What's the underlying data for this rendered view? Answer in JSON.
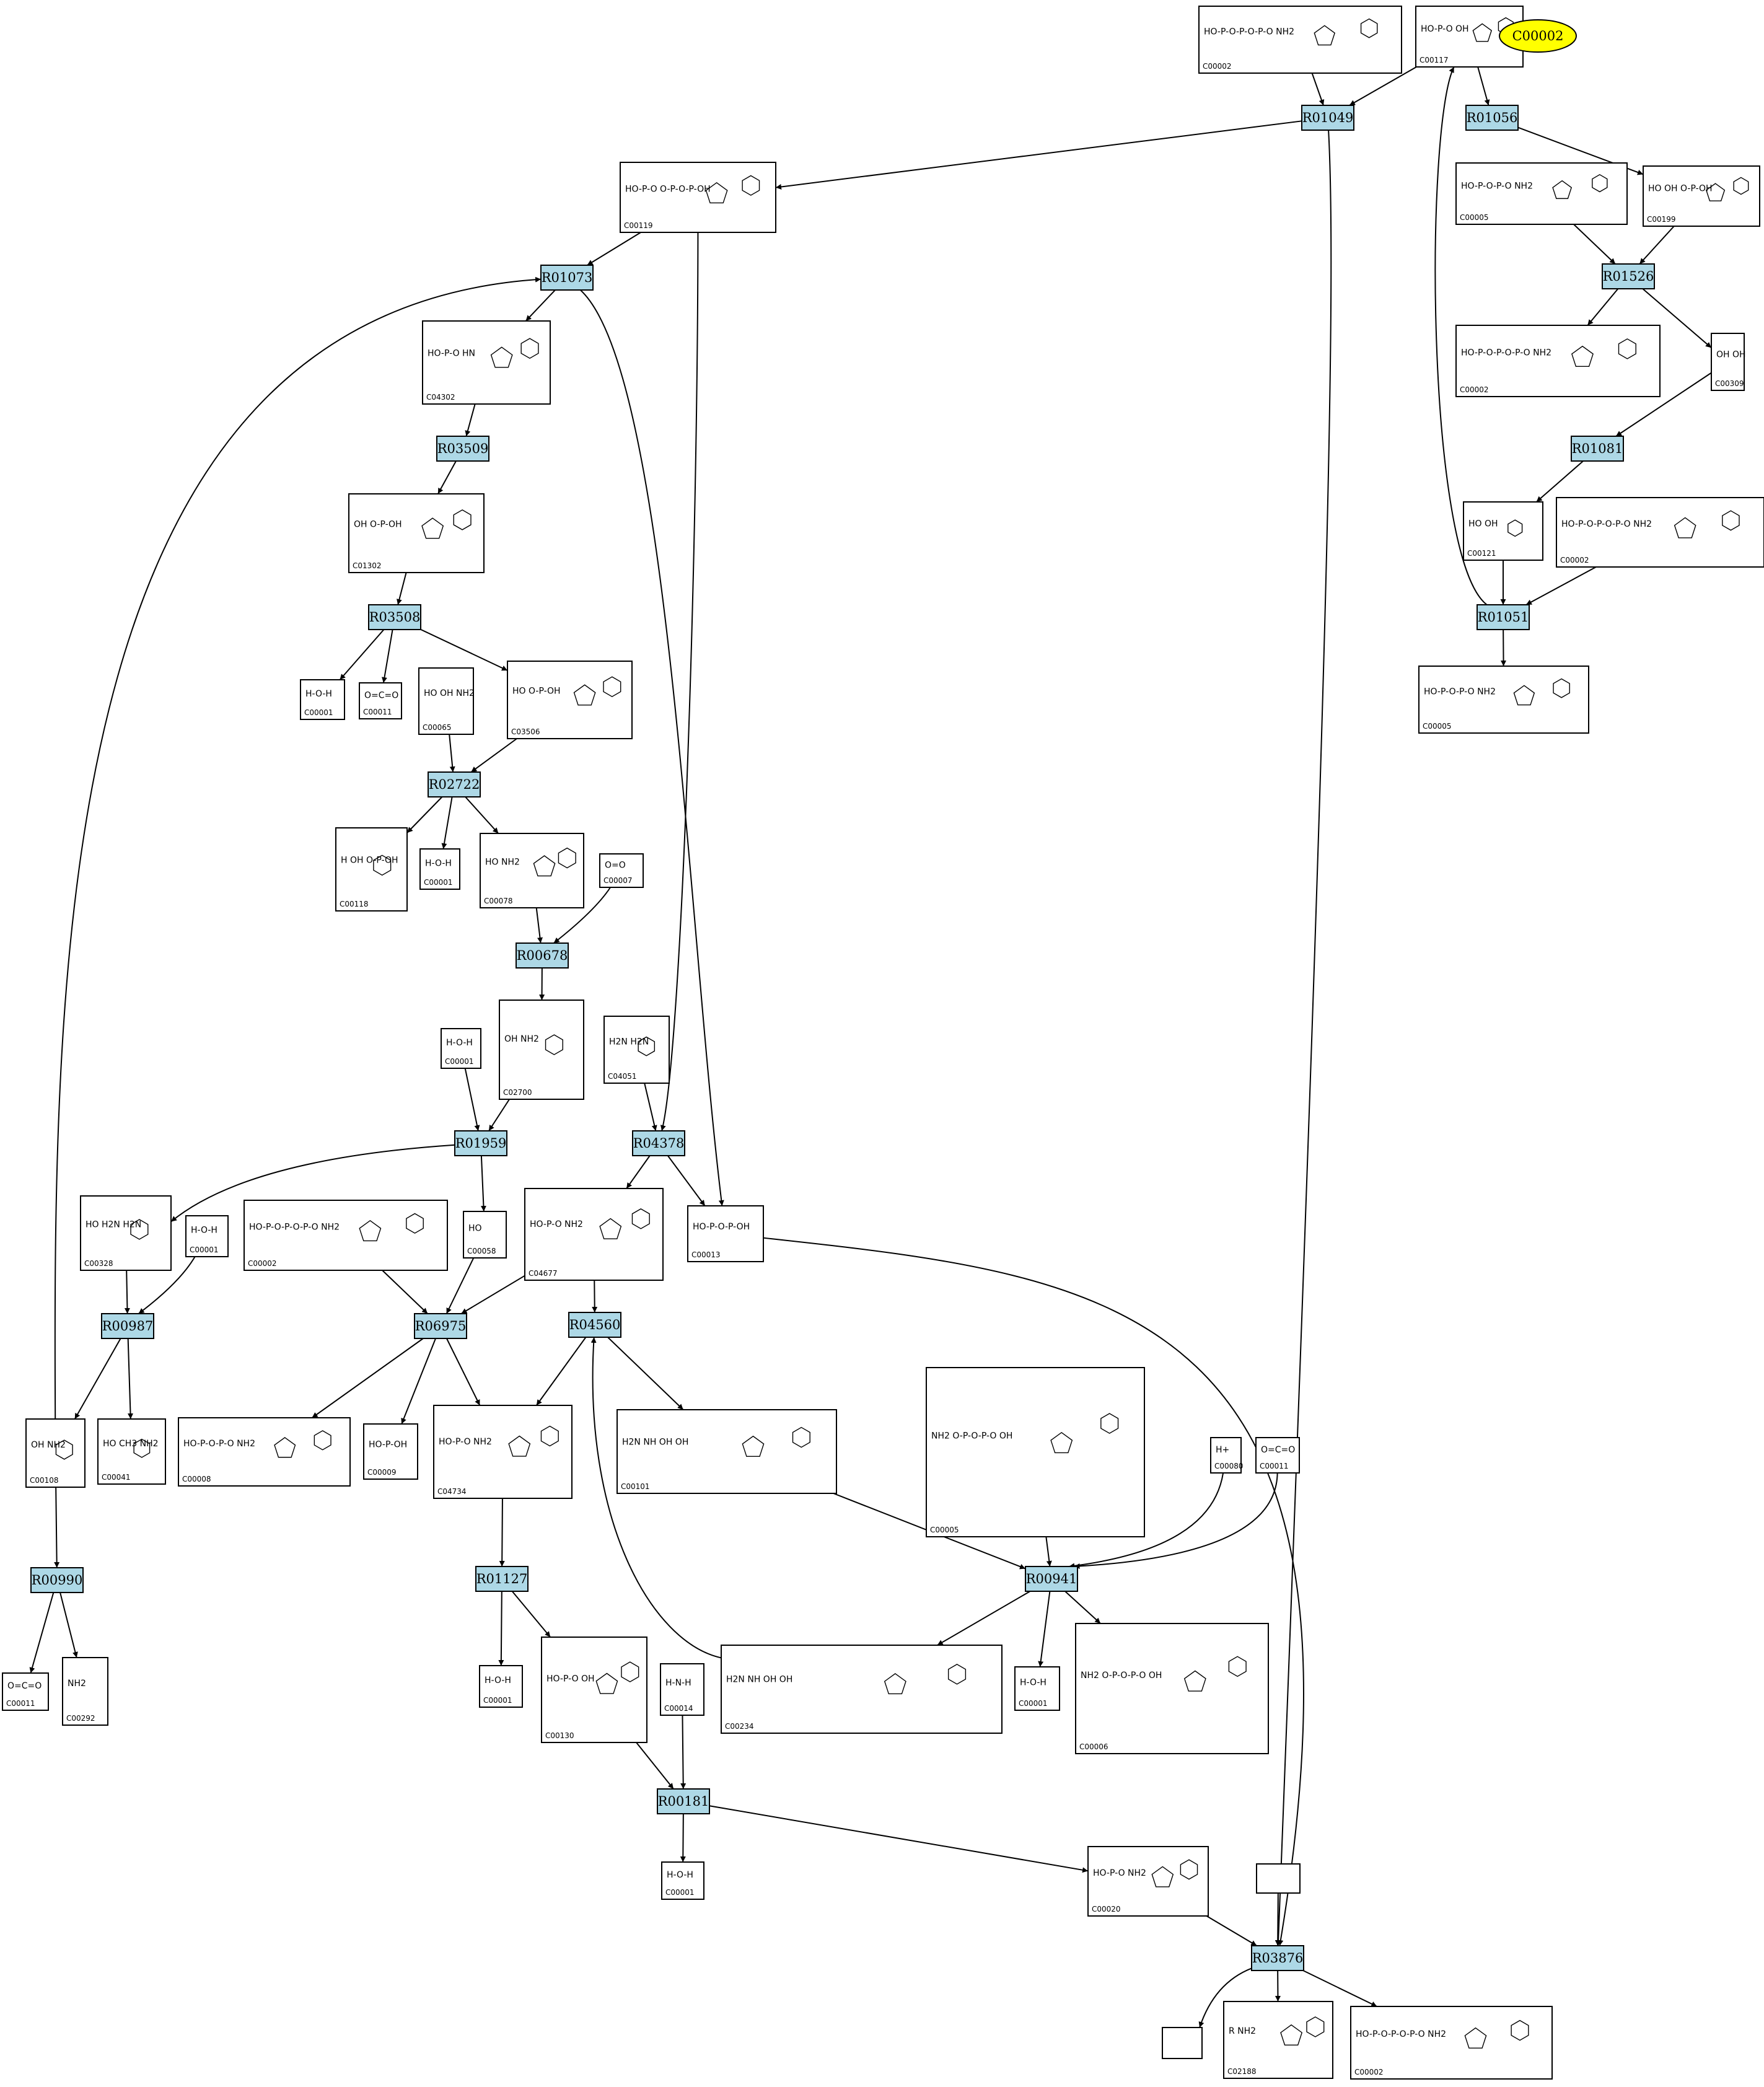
{
  "highlight": {
    "label": "C00002",
    "color": "#ffff00"
  },
  "colors": {
    "reaction_fill": "#add8e6",
    "background": "#ffffff"
  },
  "reactions": [
    {
      "id": "R01049"
    },
    {
      "id": "R01056"
    },
    {
      "id": "R01073"
    },
    {
      "id": "R01526"
    },
    {
      "id": "R03509"
    },
    {
      "id": "R01081"
    },
    {
      "id": "R03508"
    },
    {
      "id": "R01051"
    },
    {
      "id": "R02722"
    },
    {
      "id": "R00678"
    },
    {
      "id": "R01959"
    },
    {
      "id": "R04378"
    },
    {
      "id": "R00987"
    },
    {
      "id": "R06975"
    },
    {
      "id": "R04560"
    },
    {
      "id": "R00990"
    },
    {
      "id": "R01127"
    },
    {
      "id": "R00941"
    },
    {
      "id": "R00181"
    },
    {
      "id": "R03876"
    }
  ],
  "compounds": [
    {
      "id": "c00002a",
      "label": "C00002",
      "struct": "HO-P-O-P-O-P-O  NH2"
    },
    {
      "id": "c00117",
      "label": "C00117",
      "struct": "HO-P-O  OH"
    },
    {
      "id": "c00119",
      "label": "C00119",
      "struct": "HO-P-O  O-P-O-P-OH"
    },
    {
      "id": "c00005a",
      "label": "C00005",
      "struct": "HO-P-O-P-O  NH2"
    },
    {
      "id": "c00199",
      "label": "C00199",
      "struct": "HO  OH  O-P-OH"
    },
    {
      "id": "c04302",
      "label": "C04302",
      "struct": "HO-P-O  HN"
    },
    {
      "id": "c00002b",
      "label": "C00002",
      "struct": "HO-P-O-P-O-P-O  NH2"
    },
    {
      "id": "c00309",
      "label": "C00309",
      "struct": "OH  OH"
    },
    {
      "id": "c01302",
      "label": "C01302",
      "struct": "OH  O-P-OH"
    },
    {
      "id": "c00121",
      "label": "C00121",
      "struct": "HO  OH"
    },
    {
      "id": "c00002c",
      "label": "C00002",
      "struct": "HO-P-O-P-O-P-O  NH2"
    },
    {
      "id": "c00001a",
      "label": "C00001",
      "struct": "H-O-H"
    },
    {
      "id": "c00011a",
      "label": "C00011",
      "struct": "O=C=O"
    },
    {
      "id": "c00065",
      "label": "C00065",
      "struct": "HO  OH  NH2"
    },
    {
      "id": "c03506",
      "label": "C03506",
      "struct": "HO  O-P-OH"
    },
    {
      "id": "c00005b",
      "label": "C00005",
      "struct": "HO-P-O-P-O  NH2"
    },
    {
      "id": "c00118",
      "label": "C00118",
      "struct": "H  OH  O-P-OH"
    },
    {
      "id": "c00001b",
      "label": "C00001",
      "struct": "H-O-H"
    },
    {
      "id": "c00078",
      "label": "C00078",
      "struct": "HO  NH2"
    },
    {
      "id": "c00007",
      "label": "C00007",
      "struct": "O=O"
    },
    {
      "id": "c02700",
      "label": "C02700",
      "struct": "OH  NH2"
    },
    {
      "id": "c00001c",
      "label": "C00001",
      "struct": "H-O-H"
    },
    {
      "id": "c04051",
      "label": "C04051",
      "struct": "H2N  H2N"
    },
    {
      "id": "c00328",
      "label": "C00328",
      "struct": "HO  H2N  H2N"
    },
    {
      "id": "c00001d",
      "label": "C00001",
      "struct": "H-O-H"
    },
    {
      "id": "c00002d",
      "label": "C00002",
      "struct": "HO-P-O-P-O-P-O  NH2"
    },
    {
      "id": "c00058",
      "label": "C00058",
      "struct": "HO"
    },
    {
      "id": "c04677",
      "label": "C04677",
      "struct": "HO-P-O  NH2"
    },
    {
      "id": "c00013",
      "label": "C00013",
      "struct": "HO-P-O-P-OH"
    },
    {
      "id": "c00108",
      "label": "C00108",
      "struct": "OH  NH2"
    },
    {
      "id": "c00041",
      "label": "C00041",
      "struct": "HO  CH3  NH2"
    },
    {
      "id": "c00008",
      "label": "C00008",
      "struct": "HO-P-O-P-O  NH2"
    },
    {
      "id": "c00009",
      "label": "C00009",
      "struct": "HO-P-OH"
    },
    {
      "id": "c04734",
      "label": "C04734",
      "struct": "HO-P-O  NH2"
    },
    {
      "id": "c00101",
      "label": "C00101",
      "struct": "H2N  NH  OH  OH"
    },
    {
      "id": "c00005c",
      "label": "C00005",
      "struct": "NH2  O-P-O-P-O  OH"
    },
    {
      "id": "c00080",
      "label": "C00080",
      "struct": "H+"
    },
    {
      "id": "c00011b",
      "label": "C00011",
      "struct": "O=C=O"
    },
    {
      "id": "c00011c",
      "label": "C00011",
      "struct": "O=C=O"
    },
    {
      "id": "c00292",
      "label": "C00292",
      "struct": "NH2"
    },
    {
      "id": "c00001e",
      "label": "C00001",
      "struct": "H-O-H"
    },
    {
      "id": "c00130",
      "label": "C00130",
      "struct": "HO-P-O  OH"
    },
    {
      "id": "c00014",
      "label": "C00014",
      "struct": "H-N-H"
    },
    {
      "id": "c00234",
      "label": "C00234",
      "struct": "H2N  NH  OH  OH"
    },
    {
      "id": "c00001f",
      "label": "C00001",
      "struct": "H-O-H"
    },
    {
      "id": "c00006",
      "label": "C00006",
      "struct": "NH2  O-P-O-P-O  OH"
    },
    {
      "id": "c00001g",
      "label": "C00001",
      "struct": "H-O-H"
    },
    {
      "id": "c00020",
      "label": "C00020",
      "struct": "HO-P-O  NH2"
    },
    {
      "id": "empty1",
      "label": "",
      "struct": ""
    },
    {
      "id": "empty2",
      "label": "",
      "struct": ""
    },
    {
      "id": "c02188",
      "label": "C02188",
      "struct": "R  NH2"
    },
    {
      "id": "c00002e",
      "label": "C00002",
      "struct": "HO-P-O-P-O-P-O  NH2"
    }
  ]
}
